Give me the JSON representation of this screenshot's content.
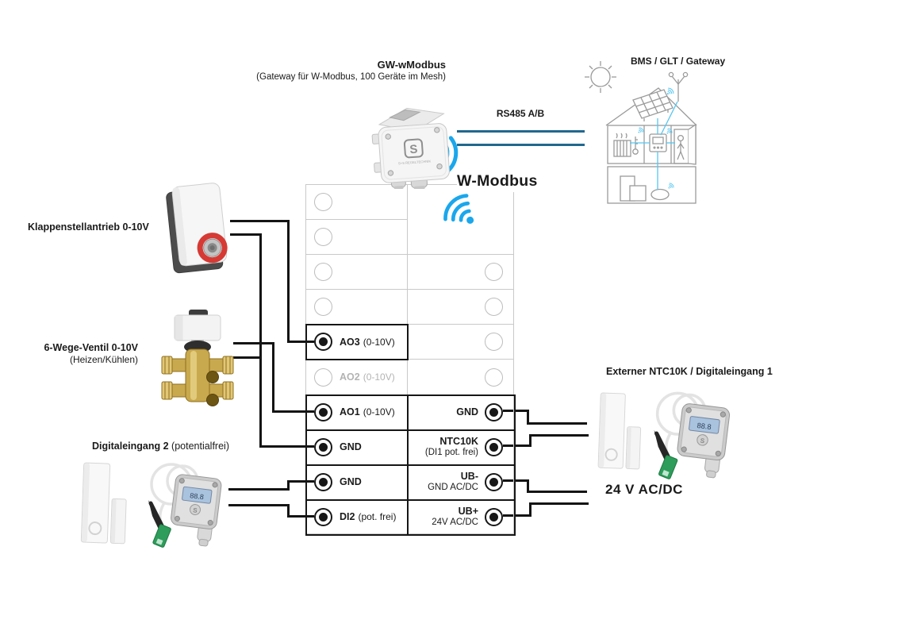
{
  "colors": {
    "wifi_blue": "#1AA7EC",
    "rs485_blue": "#21688F",
    "building_accent_blue": "#56C6F1",
    "wire_black": "#141414",
    "actuator_ring_red": "#D63A34",
    "valve_brass": "#C9A94E"
  },
  "icons": {
    "wifi": "wifi-arcs",
    "sun": "sun-rays",
    "building": "smart-home-lineart",
    "terminal_active": "black-ring-dot",
    "terminal_empty": "gray-circle"
  },
  "gateway": {
    "title": "GW-wModbus",
    "subtitle": "(Gateway für W-Modbus, 100 Geräte im Mesh)"
  },
  "bms": {
    "label": "BMS / GLT / Gateway"
  },
  "bus": {
    "rs485_label": "RS485 A/B",
    "wireless_label": "W-Modbus"
  },
  "left_devices": {
    "damper": {
      "label": "Klappenstellantrieb 0-10V"
    },
    "valve": {
      "label": "6-Wege-Ventil 0-10V",
      "sublabel": "(Heizen/Kühlen)"
    },
    "digital_input_2": {
      "label": "Digitaleingang 2",
      "sublabel": "(potentialfrei)"
    }
  },
  "right_side": {
    "external_sensor_label": "Externer NTC10K / Digitaleingang 1",
    "power_label": "24 V AC/DC"
  },
  "terminal_block": {
    "rows": [
      {
        "left": null,
        "right": null
      },
      {
        "left": null,
        "right": null
      },
      {
        "left": null,
        "right": null
      },
      {
        "left": null,
        "right": null
      },
      {
        "left": {
          "name": "AO3",
          "detail": "(0-10V)"
        },
        "right": null
      },
      {
        "left": {
          "name": "AO2",
          "detail": "(0-10V)"
        },
        "right": null
      },
      {
        "left": {
          "name": "AO1",
          "detail": "(0-10V)"
        },
        "right": {
          "name": "GND",
          "detail": ""
        }
      },
      {
        "left": {
          "name": "GND",
          "detail": ""
        },
        "right": {
          "name": "NTC10K",
          "detail": "(DI1 pot. frei)"
        }
      },
      {
        "left": {
          "name": "GND",
          "detail": ""
        },
        "right": {
          "name": "UB-",
          "detail": "GND AC/DC"
        }
      },
      {
        "left": {
          "name": "DI2",
          "detail": "(pot. frei)"
        },
        "right": {
          "name": "UB+",
          "detail": "24V AC/DC"
        }
      }
    ]
  }
}
